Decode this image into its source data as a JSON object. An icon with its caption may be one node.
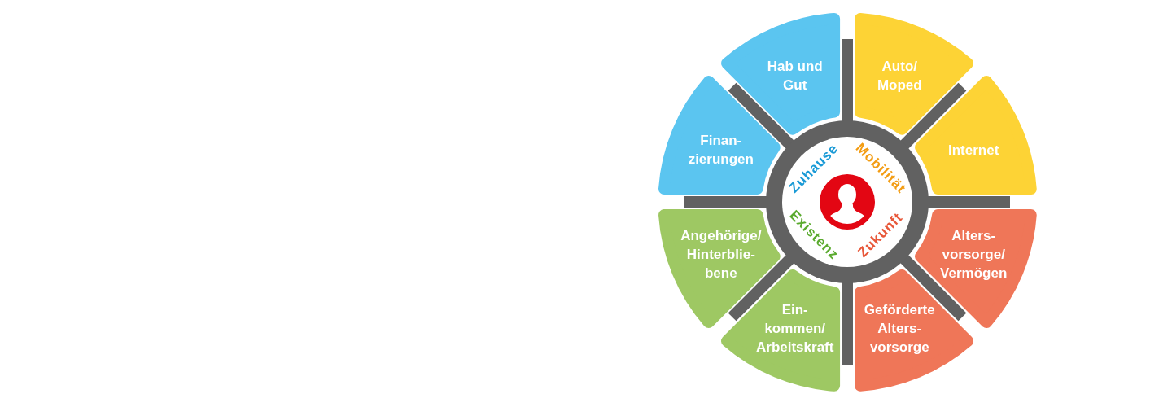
{
  "diagram": {
    "nodes": [
      {
        "text": [
          "Hab und Gut"
        ]
      },
      {
        "text": [
          "Auto/ Moped"
        ]
      },
      {
        "text": [
          "Finan- zierungen"
        ]
      },
      {
        "text": [
          "Internet"
        ]
      },
      {
        "text": [
          "Angehörige/ Hinterblie- bene"
        ]
      },
      {
        "text": [
          "Alters- vorsorge/ Vermögen"
        ]
      },
      {
        "text": [
          "Ein- kommen/ Arbeitskraft"
        ]
      },
      {
        "text": [
          "Geförderte Alters- vorsorge"
        ]
      },
      {
        "text": [
          "Zuhause",
          "Mobilität",
          "Existenz",
          "Zukunft"
        ]
      }
    ]
  }
}
